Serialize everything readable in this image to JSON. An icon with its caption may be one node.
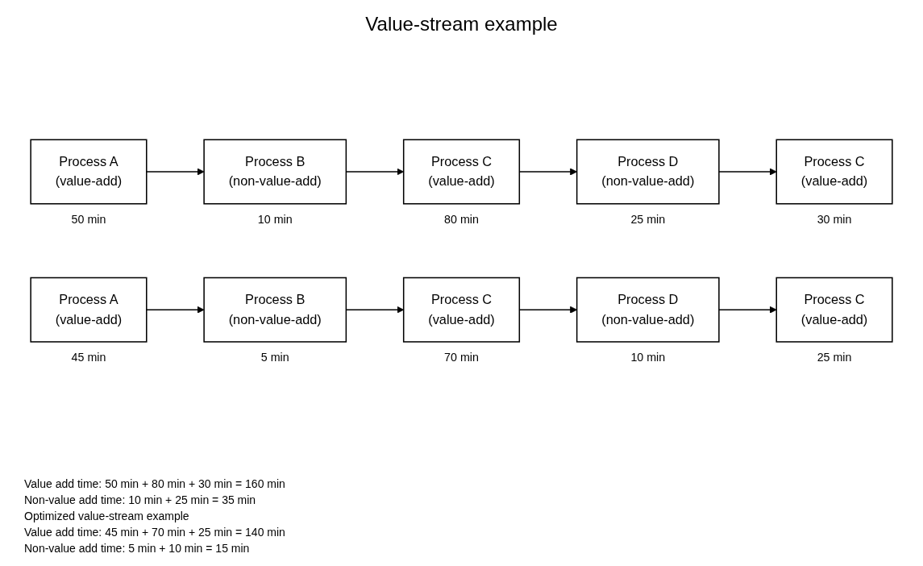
{
  "diagram": {
    "title": "Value-stream example",
    "nodes": [
      {
        "text": [
          "Process A",
          "(value-add)"
        ],
        "beside": [
          "50 min"
        ]
      },
      {
        "text": [
          "Process B",
          "(non-value-add)"
        ],
        "beside": [
          "10 min"
        ]
      },
      {
        "text": [
          "Process C",
          "(value-add)"
        ],
        "beside": [
          "80 min"
        ]
      },
      {
        "text": [
          "Process D",
          "(non-value-add)"
        ],
        "beside": [
          "25 min"
        ]
      },
      {
        "text": [
          "Process C",
          "(value-add)"
        ],
        "beside": [
          "30 min"
        ]
      },
      {
        "text": [
          "Process A",
          "(value-add)"
        ],
        "beside": [
          "45 min"
        ]
      },
      {
        "text": [
          "Process B",
          "(non-value-add)"
        ],
        "beside": [
          "5 min"
        ]
      },
      {
        "text": [
          "Process C",
          "(value-add)"
        ],
        "beside": [
          "70 min"
        ]
      },
      {
        "text": [
          "Process D",
          "(non-value-add)"
        ],
        "beside": [
          "10 min"
        ]
      },
      {
        "text": [
          "Process C",
          "(value-add)"
        ],
        "beside": [
          "25 min"
        ]
      }
    ],
    "edges": [
      {
        "from": 0,
        "to": 1,
        "arrow": "to"
      },
      {
        "from": 1,
        "to": 2,
        "arrow": "to"
      },
      {
        "from": 2,
        "to": 3,
        "arrow": "to"
      },
      {
        "from": 3,
        "to": 4,
        "arrow": "to"
      },
      {
        "from": 5,
        "to": 6,
        "arrow": "to"
      },
      {
        "from": 6,
        "to": 7,
        "arrow": "to"
      },
      {
        "from": 7,
        "to": 8,
        "arrow": "to"
      },
      {
        "from": 8,
        "to": 9,
        "arrow": "to"
      }
    ],
    "labels": [
      "Value add time: 50 min + 80 min + 30 min = 160 min",
      "Non-value add time: 10 min + 25 min = 35 min",
      "Optimized value-stream example",
      "Value add time: 45 min + 70 min + 25 min = 140 min",
      "Non-value add time: 5 min + 10 min = 15 min"
    ]
  }
}
